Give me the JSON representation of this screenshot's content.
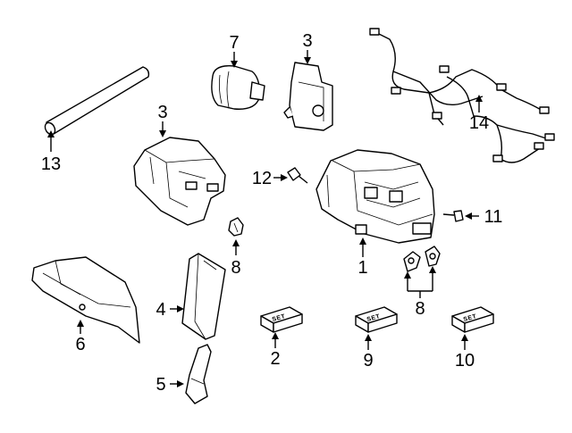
{
  "diagram": {
    "callouts": [
      {
        "id": "c13",
        "text": "13"
      },
      {
        "id": "c7",
        "text": "7"
      },
      {
        "id": "c3a",
        "text": "3"
      },
      {
        "id": "c3b",
        "text": "3"
      },
      {
        "id": "c14",
        "text": "14"
      },
      {
        "id": "c12",
        "text": "12"
      },
      {
        "id": "c11",
        "text": "11"
      },
      {
        "id": "c8a",
        "text": "8"
      },
      {
        "id": "c1",
        "text": "1"
      },
      {
        "id": "c8b",
        "text": "8"
      },
      {
        "id": "c4",
        "text": "4"
      },
      {
        "id": "c6",
        "text": "6"
      },
      {
        "id": "c2",
        "text": "2"
      },
      {
        "id": "c9",
        "text": "9"
      },
      {
        "id": "c10",
        "text": "10"
      },
      {
        "id": "c5",
        "text": "5"
      }
    ],
    "set_stamp": "SET"
  }
}
